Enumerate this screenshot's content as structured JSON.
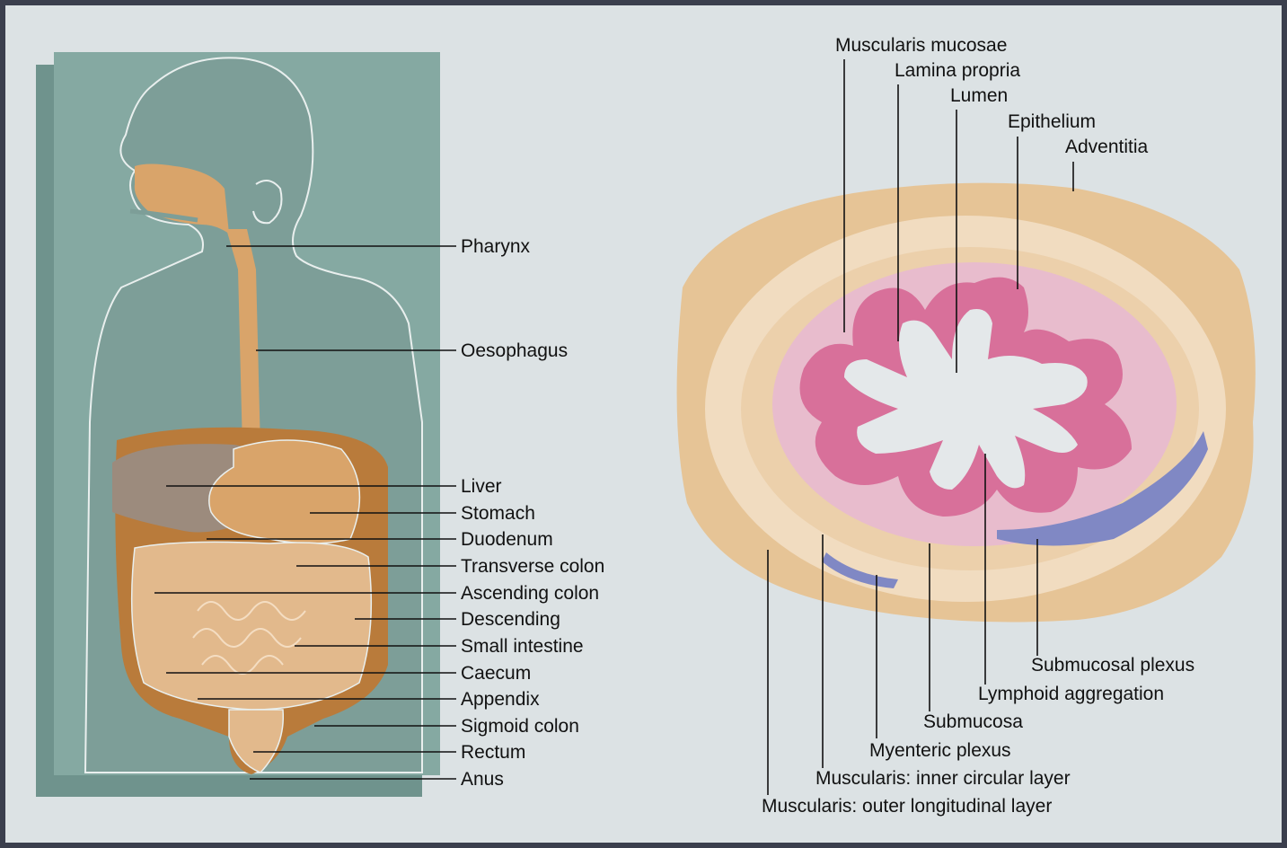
{
  "digestive_tract": {
    "labels": {
      "pharynx": "Pharynx",
      "oesophagus": "Oesophagus",
      "liver": "Liver",
      "stomach": "Stomach",
      "duodenum": "Duodenum",
      "transverse_colon": "Transverse colon",
      "ascending_colon": "Ascending colon",
      "descending": "Descending",
      "small_intestine": "Small intestine",
      "caecum": "Caecum",
      "appendix": "Appendix",
      "sigmoid_colon": "Sigmoid colon",
      "rectum": "Rectum",
      "anus": "Anus"
    }
  },
  "gut_wall_cross_section": {
    "labels": {
      "muscularis_mucosae": "Muscularis mucosae",
      "lamina_propria": "Lamina propria",
      "lumen": "Lumen",
      "epithelium": "Epithelium",
      "adventitia": "Adventitia",
      "submucosal_plexus": "Submucosal plexus",
      "lymphoid_aggregation": "Lymphoid aggregation",
      "submucosa": "Submucosa",
      "myenteric_plexus": "Myenteric plexus",
      "muscularis_inner": "Muscularis: inner circular layer",
      "muscularis_outer": "Muscularis: outer longitudinal layer"
    }
  },
  "colors": {
    "frame": "#3b3f4d",
    "panel": "#dce2e4",
    "body_panel": "#7fa39c",
    "organ_orange": "#d9a46a",
    "organ_dark": "#b87a3a",
    "liver": "#9c8a7c",
    "intestine_light": "#e2b98c",
    "adventitia": "#e8c79a",
    "muscle_ring": "#f1dcc0",
    "submucosa": "#e9c0d0",
    "mucosa": "#d8709a",
    "lumen": "#e4e8ea",
    "lymphoid": "#7f86c2"
  }
}
